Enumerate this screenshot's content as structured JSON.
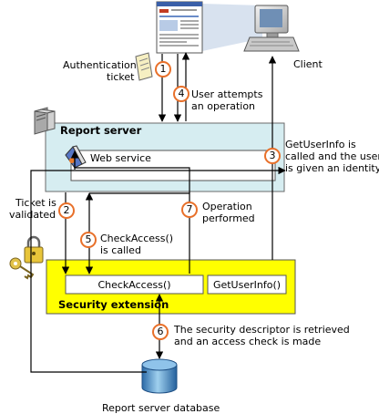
{
  "nodes": {
    "client": "Client",
    "report_server": "Report server",
    "web_service": "Web service",
    "security_extension": "Security extension",
    "check_access": "CheckAccess()",
    "get_user_info": "GetUserInfo()",
    "database": "Report server database"
  },
  "steps": [
    {
      "number": "1",
      "lines": [
        "Authentication",
        "ticket"
      ]
    },
    {
      "number": "2",
      "lines": [
        "Ticket is",
        "validated"
      ]
    },
    {
      "number": "3",
      "lines": [
        "GetUserInfo is",
        "called and the user",
        "is given an identity"
      ]
    },
    {
      "number": "4",
      "lines": [
        "User attempts",
        "an operation"
      ]
    },
    {
      "number": "5",
      "lines": [
        "CheckAccess()",
        "is called"
      ]
    },
    {
      "number": "6",
      "lines": [
        "The security descriptor is retrieved",
        "and an access check is made"
      ]
    },
    {
      "number": "7",
      "lines": [
        "Operation",
        "performed"
      ]
    }
  ],
  "colors": {
    "report_server_fill": "#d6edf1",
    "security_extension_fill": "#ffff00",
    "step_circle": "#e8702a",
    "arrow": "#000000"
  },
  "icons": [
    "browser-window-icon",
    "client-computer-icon",
    "ticket-scroll-icon",
    "server-icon",
    "web-service-icon",
    "padlock-keys-icon",
    "database-icon"
  ]
}
